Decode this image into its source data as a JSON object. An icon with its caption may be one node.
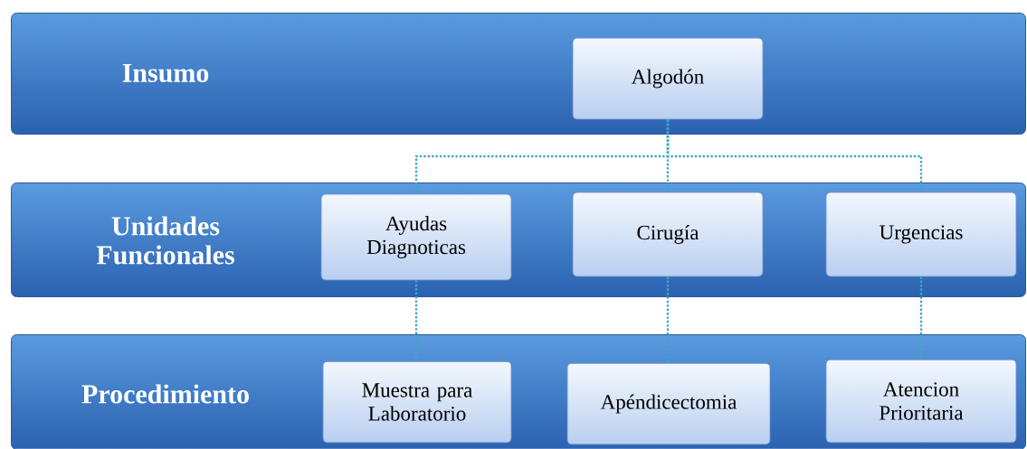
{
  "diagram": {
    "nodes": [
      {
        "text": [
          "Insumo"
        ]
      },
      {
        "text": [
          "Algodón"
        ],
        "in": 0
      },
      {
        "text": [
          "Unidades Funcionales"
        ]
      },
      {
        "text": [
          "Ayudas Diagnoticas"
        ],
        "in": 2
      },
      {
        "text": [
          "Cirugía"
        ],
        "in": 2
      },
      {
        "text": [
          "Urgencias"
        ],
        "in": 2
      },
      {
        "text": [
          "Procedimiento"
        ]
      },
      {
        "text": [
          "Muestra para Laboratorio"
        ],
        "in": 6
      },
      {
        "text": [
          "Apéndicectomia"
        ],
        "in": 6
      },
      {
        "text": [
          "Atencion Prioritaria"
        ],
        "in": 6
      }
    ],
    "edges": [
      {
        "from": 1,
        "to": 3,
        "arrow": "none",
        "style": "dashed"
      },
      {
        "from": 1,
        "to": 4,
        "arrow": "none",
        "style": "dashed"
      },
      {
        "from": 1,
        "to": 5,
        "arrow": "none",
        "style": "dashed"
      },
      {
        "from": 3,
        "to": 7,
        "arrow": "none",
        "style": "dashed"
      },
      {
        "from": 4,
        "to": 8,
        "arrow": "none",
        "style": "dashed"
      },
      {
        "from": 5,
        "to": 9,
        "arrow": "none",
        "style": "dashed"
      }
    ]
  }
}
